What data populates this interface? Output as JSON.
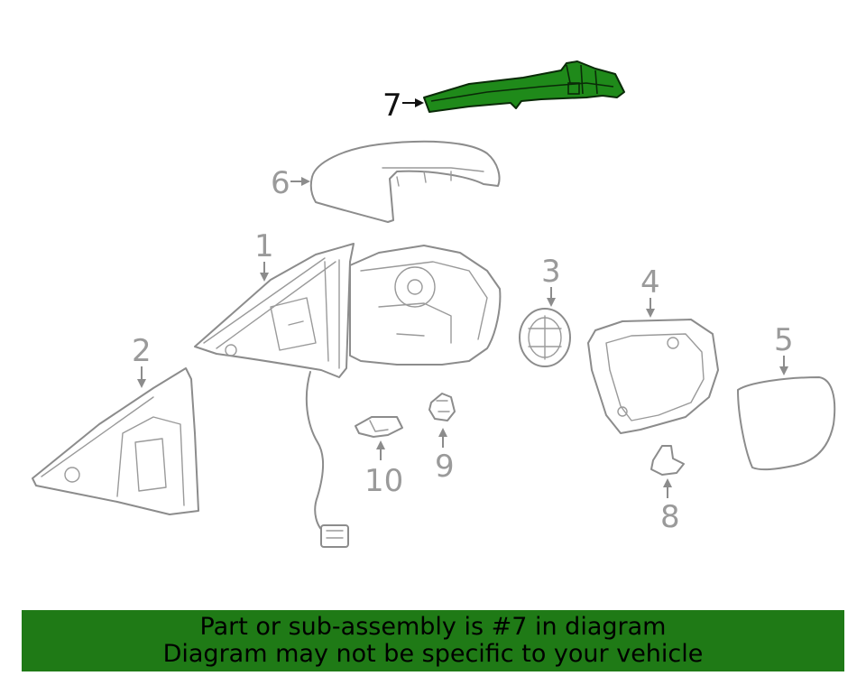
{
  "callouts": {
    "c1": "1",
    "c2": "2",
    "c3": "3",
    "c4": "4",
    "c5": "5",
    "c6": "6",
    "c7": "7",
    "c8": "8",
    "c9": "9",
    "c10": "10"
  },
  "banner": {
    "line1": "Part or sub-assembly is #7 in diagram",
    "line2": "Diagram may not be specific to your vehicle"
  },
  "colors": {
    "highlight": "#1f8a1a",
    "banner": "#1f7a16",
    "line": "#8c8c8c"
  }
}
